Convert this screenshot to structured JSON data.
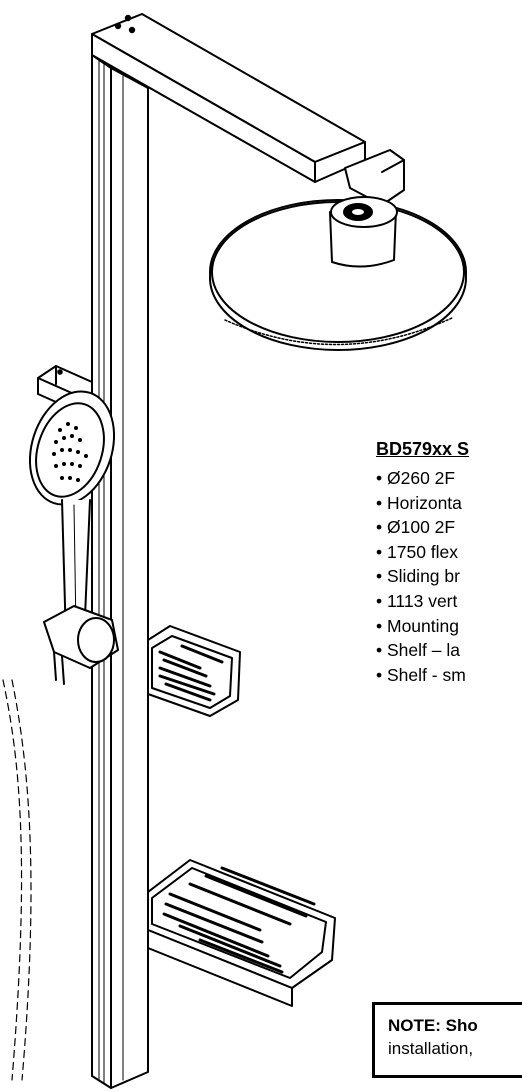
{
  "spec": {
    "title": "BD579xx S",
    "items": [
      "Ø260 2F",
      "Horizonta",
      "Ø100 2F",
      "1750 flex",
      "Sliding br",
      "1113 vert",
      "Mounting",
      "Shelf – la",
      "Shelf - sm"
    ]
  },
  "note": {
    "bold": "NOTE: Sho",
    "text": "installation,"
  }
}
